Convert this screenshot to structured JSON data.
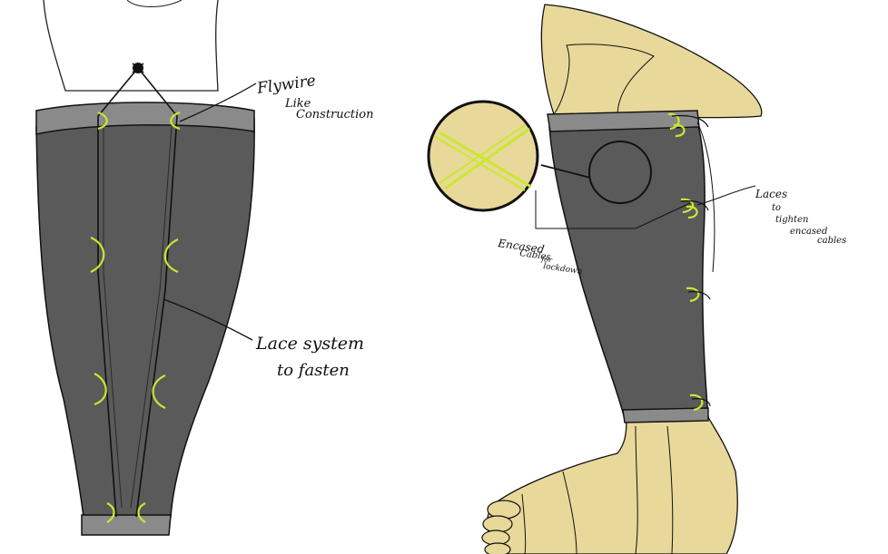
{
  "annotations": {
    "flywire": {
      "line1": "Flywire",
      "line2": "Like",
      "line3": "Construction"
    },
    "lace_system": {
      "line1": "Lace system",
      "line2": "to fasten"
    },
    "encased": {
      "line1": "Encased",
      "line2": "Cables",
      "line3": "for",
      "line4": "lockdown"
    },
    "laces": {
      "line1": "Laces",
      "line2": "to",
      "line3": "tighten",
      "line4": "encased",
      "line5": "cables"
    }
  },
  "colors": {
    "sleeve": "#5a5a5a",
    "band": "#8a8a8a",
    "skin": "#e8d89a",
    "accent": "#c8e830",
    "outline": "#111111"
  }
}
